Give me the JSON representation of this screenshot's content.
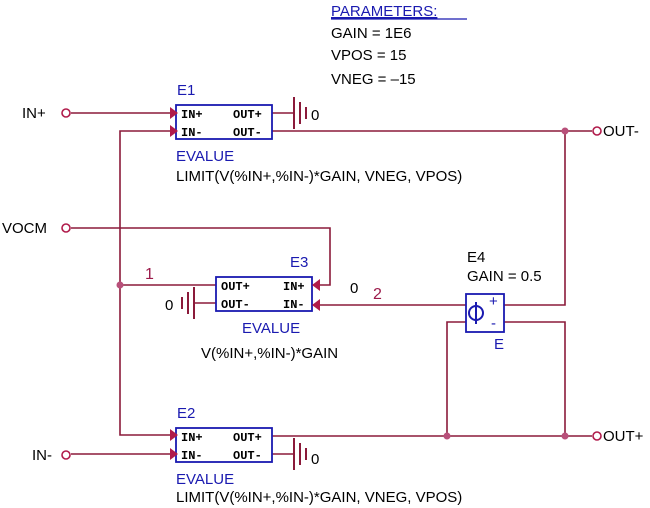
{
  "parameters": {
    "title": "PARAMETERS:",
    "gain": "GAIN = 1E6",
    "vpos": "VPOS = 15",
    "vneg": "VNEG = –15"
  },
  "ports": {
    "in_plus": "IN+",
    "in_minus": "IN-",
    "vocm": "VOCM",
    "out_minus": "OUT-",
    "out_plus": "OUT+"
  },
  "e1": {
    "ref": "E1",
    "pin_in_plus": "IN+",
    "pin_in_minus": "IN-",
    "pin_out_plus": "OUT+",
    "pin_out_minus": "OUT-",
    "type": "EVALUE",
    "expr": "LIMIT(V(%IN+,%IN-)*GAIN, VNEG, VPOS)",
    "ground": "0"
  },
  "e2": {
    "ref": "E2",
    "pin_in_plus": "IN+",
    "pin_in_minus": "IN-",
    "pin_out_plus": "OUT+",
    "pin_out_minus": "OUT-",
    "type": "EVALUE",
    "expr": "LIMIT(V(%IN+,%IN-)*GAIN, VNEG, VPOS)",
    "ground": "0"
  },
  "e3": {
    "ref": "E3",
    "pin_out_plus": "OUT+",
    "pin_out_minus": "OUT-",
    "pin_in_plus": "IN+",
    "pin_in_minus": "IN-",
    "type": "EVALUE",
    "expr": "V(%IN+,%IN-)*GAIN",
    "ground": "0",
    "input_ref": "0"
  },
  "e4": {
    "ref": "E4",
    "gain": "GAIN = 0.5",
    "plus": "+",
    "minus": "-",
    "type": "E"
  },
  "nets": {
    "n1": "1",
    "n2": "2"
  }
}
